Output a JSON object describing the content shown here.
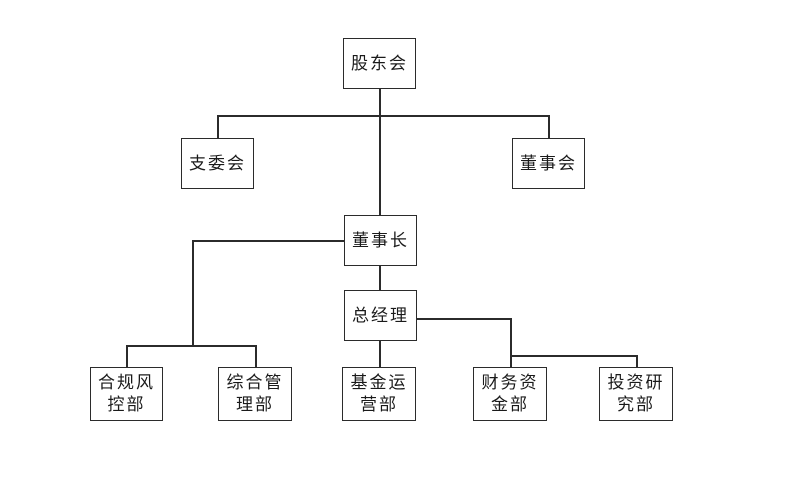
{
  "diagram": {
    "nodes": {
      "shareholders_meeting": {
        "label": "股东会"
      },
      "party_branch": {
        "label": "支委会"
      },
      "board_of_directors": {
        "label": "董事会"
      },
      "chairman": {
        "label": "董事长"
      },
      "general_manager": {
        "label": "总经理"
      },
      "compliance_risk_dept": {
        "line1": "合规风",
        "line2": "控部"
      },
      "general_admin_dept": {
        "line1": "综合管",
        "line2": "理部"
      },
      "fund_operations_dept": {
        "line1": "基金运",
        "line2": "营部"
      },
      "finance_dept": {
        "line1": "财务资",
        "line2": "金部"
      },
      "investment_research_dept": {
        "line1": "投资研",
        "line2": "究部"
      }
    },
    "colors": {
      "line": "#2b2b2b",
      "border": "#2b2b2b",
      "text": "#1a1a1a",
      "background": "#ffffff"
    }
  }
}
